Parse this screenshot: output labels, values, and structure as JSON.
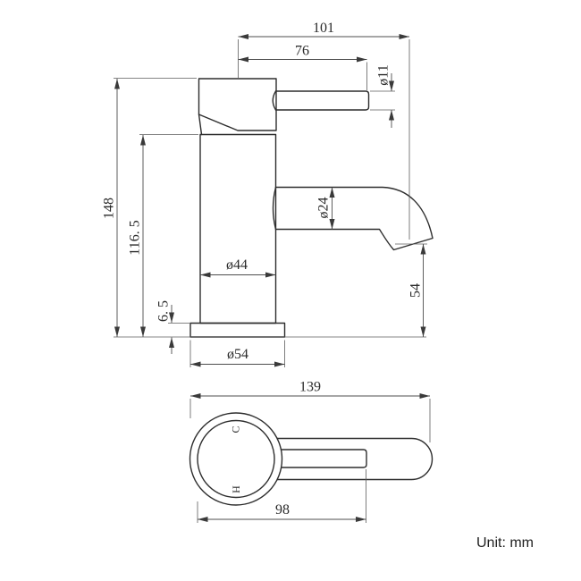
{
  "drawing": {
    "unit_note": "Unit: mm",
    "side_view": {
      "spout_reach": "101",
      "handle_reach": "76",
      "handle_diameter": "ø11",
      "total_height": "148",
      "body_height": "116. 5",
      "spout_diameter": "ø24",
      "body_diameter": "ø44",
      "spout_outlet_height": "54",
      "base_thickness": "6. 5",
      "base_diameter": "ø54"
    },
    "plan_view": {
      "overall_length": "139",
      "handle_length": "98",
      "cold_marking": "C",
      "hot_marking": "H"
    },
    "colors": {
      "background": "#ffffff",
      "object_line": "#2d2d2d",
      "dimension_line": "#4c4c4c",
      "text": "#2b2b2b"
    }
  }
}
